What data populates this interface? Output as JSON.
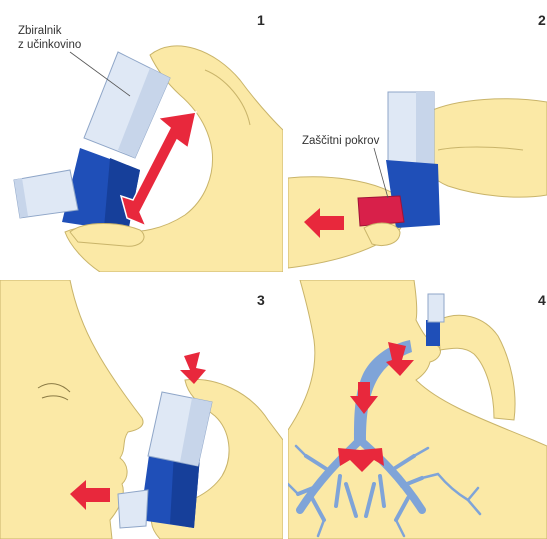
{
  "steps": [
    {
      "number": "1",
      "label_lines": [
        "Zbiralnik",
        "z učinkovino"
      ]
    },
    {
      "number": "2",
      "label_lines": [
        "Zaščitni pokrov"
      ]
    },
    {
      "number": "3"
    },
    {
      "number": "4"
    }
  ],
  "colors": {
    "skin": "#fbe9a6",
    "skin_outline": "#c9b46a",
    "inhaler_blue": "#1f4fb8",
    "canister_light": "#dfe8f5",
    "arrow_red": "#e8283c",
    "lung_blue": "#7fa4d8",
    "cap_red": "#d8204a"
  },
  "icons": [
    "double-arrow-icon",
    "left-arrow-icon",
    "down-arrow-icon",
    "bronchial-tree-icon"
  ]
}
